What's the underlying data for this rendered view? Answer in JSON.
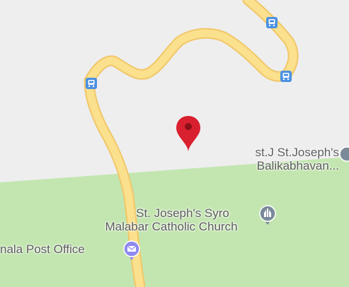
{
  "map": {
    "colors": {
      "land": "#eeeeee",
      "park": "#c3e6b0",
      "road_fill": "#fbe08e",
      "road_stroke": "#f1c768",
      "bus_stop": "#4a90e2",
      "marker": "#d9202f",
      "church_icon": "#7a8a99",
      "post_office_icon": "#8e8af0",
      "label_text": "#5b5b5b"
    },
    "marker": {
      "icon": "red-location-pin-icon"
    },
    "bus_stops": [
      {
        "icon": "bus-stop-icon"
      },
      {
        "icon": "bus-stop-icon"
      },
      {
        "icon": "bus-stop-icon"
      }
    ],
    "places": [
      {
        "lines": [
          "st.J St.Joseph's",
          "Balikabhavan..."
        ],
        "icon": "place-of-worship-icon"
      },
      {
        "lines": [
          "St. Joseph's Syro",
          "Malabar Catholic Church"
        ],
        "icon": "church-icon"
      },
      {
        "lines": [
          "nala Post Office"
        ],
        "icon": "post-office-icon"
      }
    ]
  }
}
